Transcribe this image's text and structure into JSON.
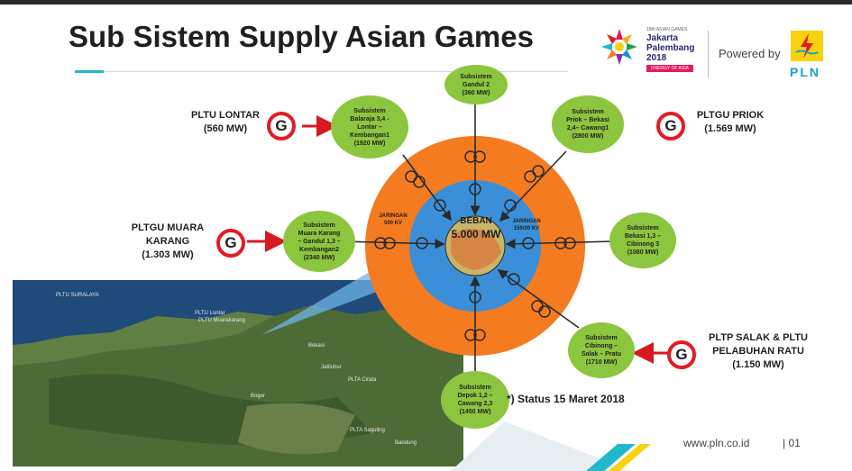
{
  "slide": {
    "title": "Sub Sistem Supply Asian Games",
    "powered_by": "Powered by",
    "brand": "PLN",
    "event_small": "18th ASIAN GAMES",
    "event_name": "Jakarta\nPalembang\n2018",
    "event_tagline": "ENERGY OF ASIA",
    "status": "*) Status 15 Maret 2018",
    "url": "www.pln.co.id",
    "page": "| 01"
  },
  "colors": {
    "outer_ring": "#f47b20",
    "inner_ring": "#3a8fd8",
    "substation": "#8cc63f",
    "generator_ring": "#e21b23",
    "arrow": "#d71920",
    "accent": "#21b8c9"
  },
  "diagram": {
    "center": {
      "label": "BEBAN",
      "value": "5.000 MW"
    },
    "outer_network": "JARINGAN\n500 KV",
    "inner_network": "JARINGAN\n150/20 KV",
    "generator_symbol": "G",
    "generators": {
      "lontar": "PLTU LONTAR\n(560 MW)",
      "priok": "PLTGU PRIOK\n(1.569 MW)",
      "muara": "PLTGU MUARA\nKARANG\n(1.303 MW)",
      "salak": "PLTP SALAK & PLTU\nPELABUHAN RATU\n(1.150 MW)"
    },
    "substations": {
      "gandul2": "Subsistem\nGandul 2\n(360 MW)",
      "balaraja": "Subsistem\nBalaraja 3,4 -\nLontar –\nKembangan1\n(1920 MW)",
      "priok": "Subsistem\nPriok – Bekasi\n2,4– Cawang1\n(2800 MW)",
      "muara": "Subsistem\nMuara Karang\n– Gandul 1,3 –\nKembangan2\n(2340 MW)",
      "bekasi": "Subsistem\nBekasi 1,3 –\nCibinong 3\n(1080 MW)",
      "cibinong": "Subsistem\nCibinong –\nSalak – Pratu\n(1710 MW)",
      "depok": "Subsistem\nDepok 1,2 –\nCawang 2,3\n(1450 MW)"
    }
  },
  "map": {
    "labels": {
      "suralaya": "PLTU SURALAYA",
      "lontar": "PLTU Lontar",
      "muarakarang": "PLTU Muarakarang",
      "bekasi": "Bekasi",
      "jatiluhur": "Jatiluhur",
      "cirata": "PLTA Cirata",
      "saguling": "PLTA Saguling",
      "bogor": "Bogor",
      "bandung": "Bandung"
    }
  }
}
